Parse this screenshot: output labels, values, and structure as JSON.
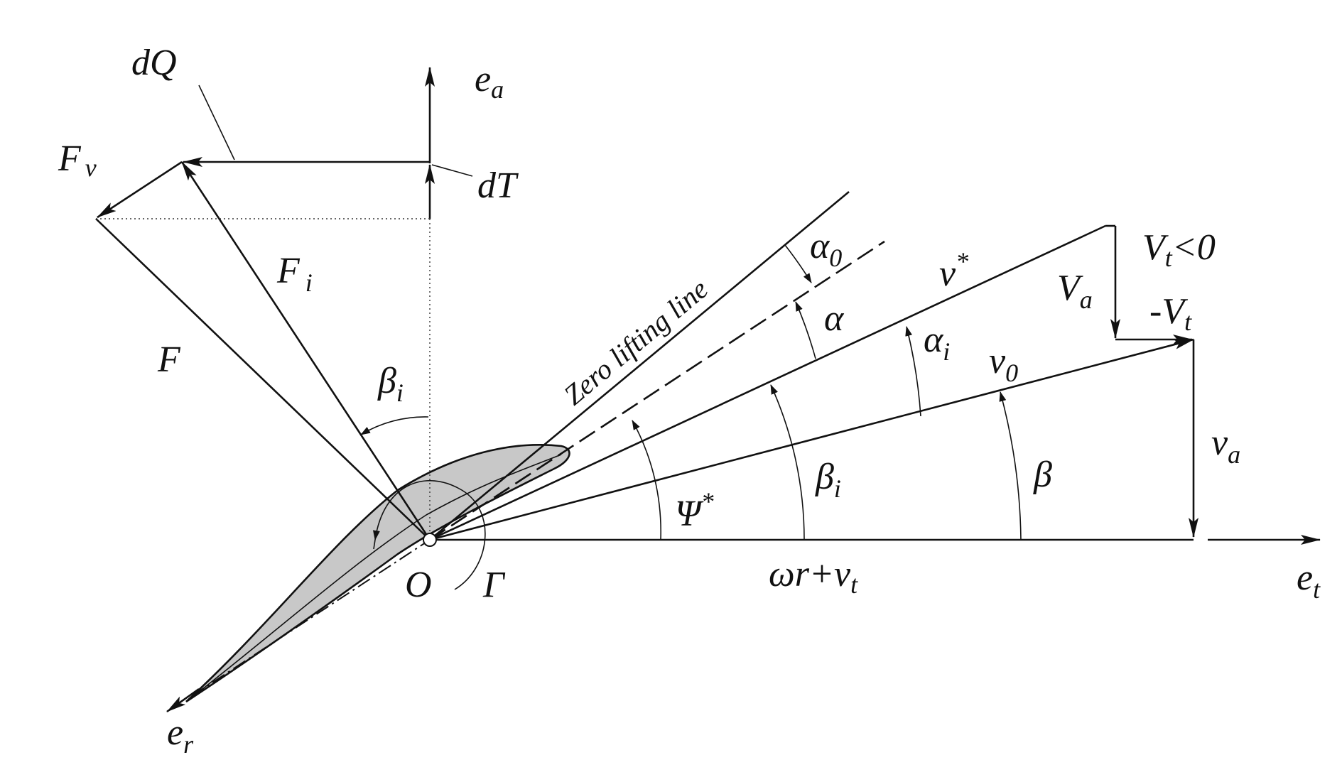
{
  "labels": {
    "dQ": "dQ",
    "ea_main": "e",
    "ea_sub": "a",
    "Fv_main": "F",
    "Fv_sub": "v",
    "dT": "dT",
    "Fi_main": "F",
    "Fi_sub": "i",
    "F": "F",
    "alpha0_main": "α",
    "alpha0_sub": "0",
    "zero_lifting_line": "Zero lifting line",
    "vstar_main": "v",
    "vstar_sup": "*",
    "Vt_main": "V",
    "Vt_sub": "t",
    "Vt_rest": "<0",
    "Va_main": "V",
    "Va_sub": "a",
    "minusVt_main": "-V",
    "minusVt_sub": "t",
    "alpha": "α",
    "alphai_main": "α",
    "alphai_sub": "i",
    "v0_main": "v",
    "v0_sub": "0",
    "betai_upper_main": "β",
    "betai_upper_sub": "i",
    "va_main": "v",
    "va_sub": "a",
    "psistar_main": "Ψ",
    "psistar_sup": "*",
    "betai_lower_main": "β",
    "betai_lower_sub": "i",
    "beta": "β",
    "O": "O",
    "Gamma": "Γ",
    "omega_r_main": "ωr+v",
    "omega_r_sub": "t",
    "et_main": "e",
    "et_sub": "t",
    "er_main": "e",
    "er_sub": "r"
  },
  "colors": {
    "line": "#111111",
    "foil_fill": "#c8c8c8",
    "background": "#ffffff"
  }
}
